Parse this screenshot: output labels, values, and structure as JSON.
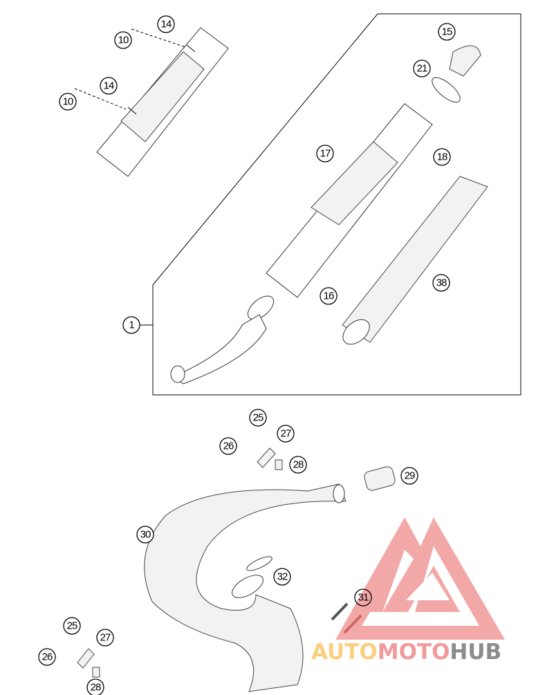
{
  "callouts": [
    "10",
    "14",
    "14",
    "10",
    "15",
    "21",
    "17",
    "18",
    "38",
    "16",
    "1",
    "25",
    "27",
    "26",
    "28",
    "29",
    "30",
    "32",
    "31",
    "25",
    "27",
    "26",
    "28"
  ],
  "watermark": {
    "part1": "AUTO",
    "part2": "MOTO",
    "part3": "HUB",
    "color1": "#fbcf7f",
    "color2": "#f29a9a",
    "color3": "#8c8c8c"
  }
}
